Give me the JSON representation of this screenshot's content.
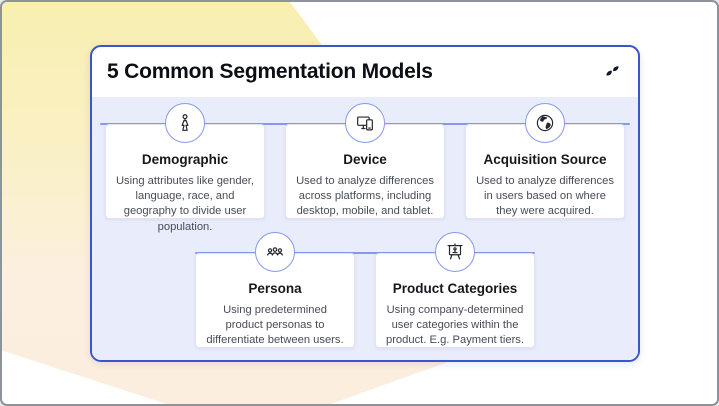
{
  "header": {
    "title": "5 Common Segmentation Models",
    "logo": "brand-swoosh-logo"
  },
  "colors": {
    "panel_border": "#3a56cb",
    "panel_body_bg": "#e9ecfb",
    "connector_blue": "#8698ee",
    "background_yellow": "#f8efb0",
    "background_peach": "#fceede",
    "card_bg": "#ffffff",
    "title_text": "#0b0e14",
    "body_text": "#474c57"
  },
  "cards": [
    {
      "title": "Demographic",
      "icon": "person-icon",
      "description": "Using attributes like gender, language, race, and geography to divide user population."
    },
    {
      "title": "Device",
      "icon": "devices-icon",
      "description": "Used to analyze differences across platforms, including desktop, mobile, and tablet."
    },
    {
      "title": "Acquisition Source",
      "icon": "globe-icon",
      "description": "Used to analyze differences in users based on where they were acquired."
    },
    {
      "title": "Persona",
      "icon": "people-group-icon",
      "description": "Using predetermined product personas to differentiate between users."
    },
    {
      "title": "Product Categories",
      "icon": "presentation-board-icon",
      "description": "Using company-determined user categories within the product. E.g. Payment tiers."
    }
  ]
}
